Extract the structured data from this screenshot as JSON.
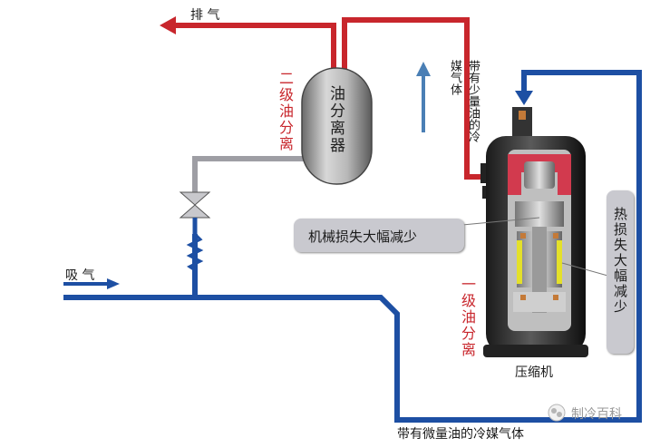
{
  "labels": {
    "exhaust": "排 气",
    "suction": "吸 气",
    "oil_separator": "油分离器",
    "secondary_oil_separation": "二级油分离",
    "gas_with_little_oil": "带有少量油的冷媒气体",
    "mechanical_loss": "机械损失大幅减少",
    "heat_loss": "热损失大幅减少",
    "primary_oil_separation": "一级油分离",
    "compressor": "压缩机",
    "gas_with_trace_oil": "带有微量油的冷媒气体",
    "watermark": "制冷百科"
  },
  "colors": {
    "discharge_line": "#c8262c",
    "suction_line": "#1d4fa3",
    "oil_return_line": "#9e9ea4",
    "flow_arrow": "#4a7fb5",
    "label_pill": "#c9c9cf"
  }
}
